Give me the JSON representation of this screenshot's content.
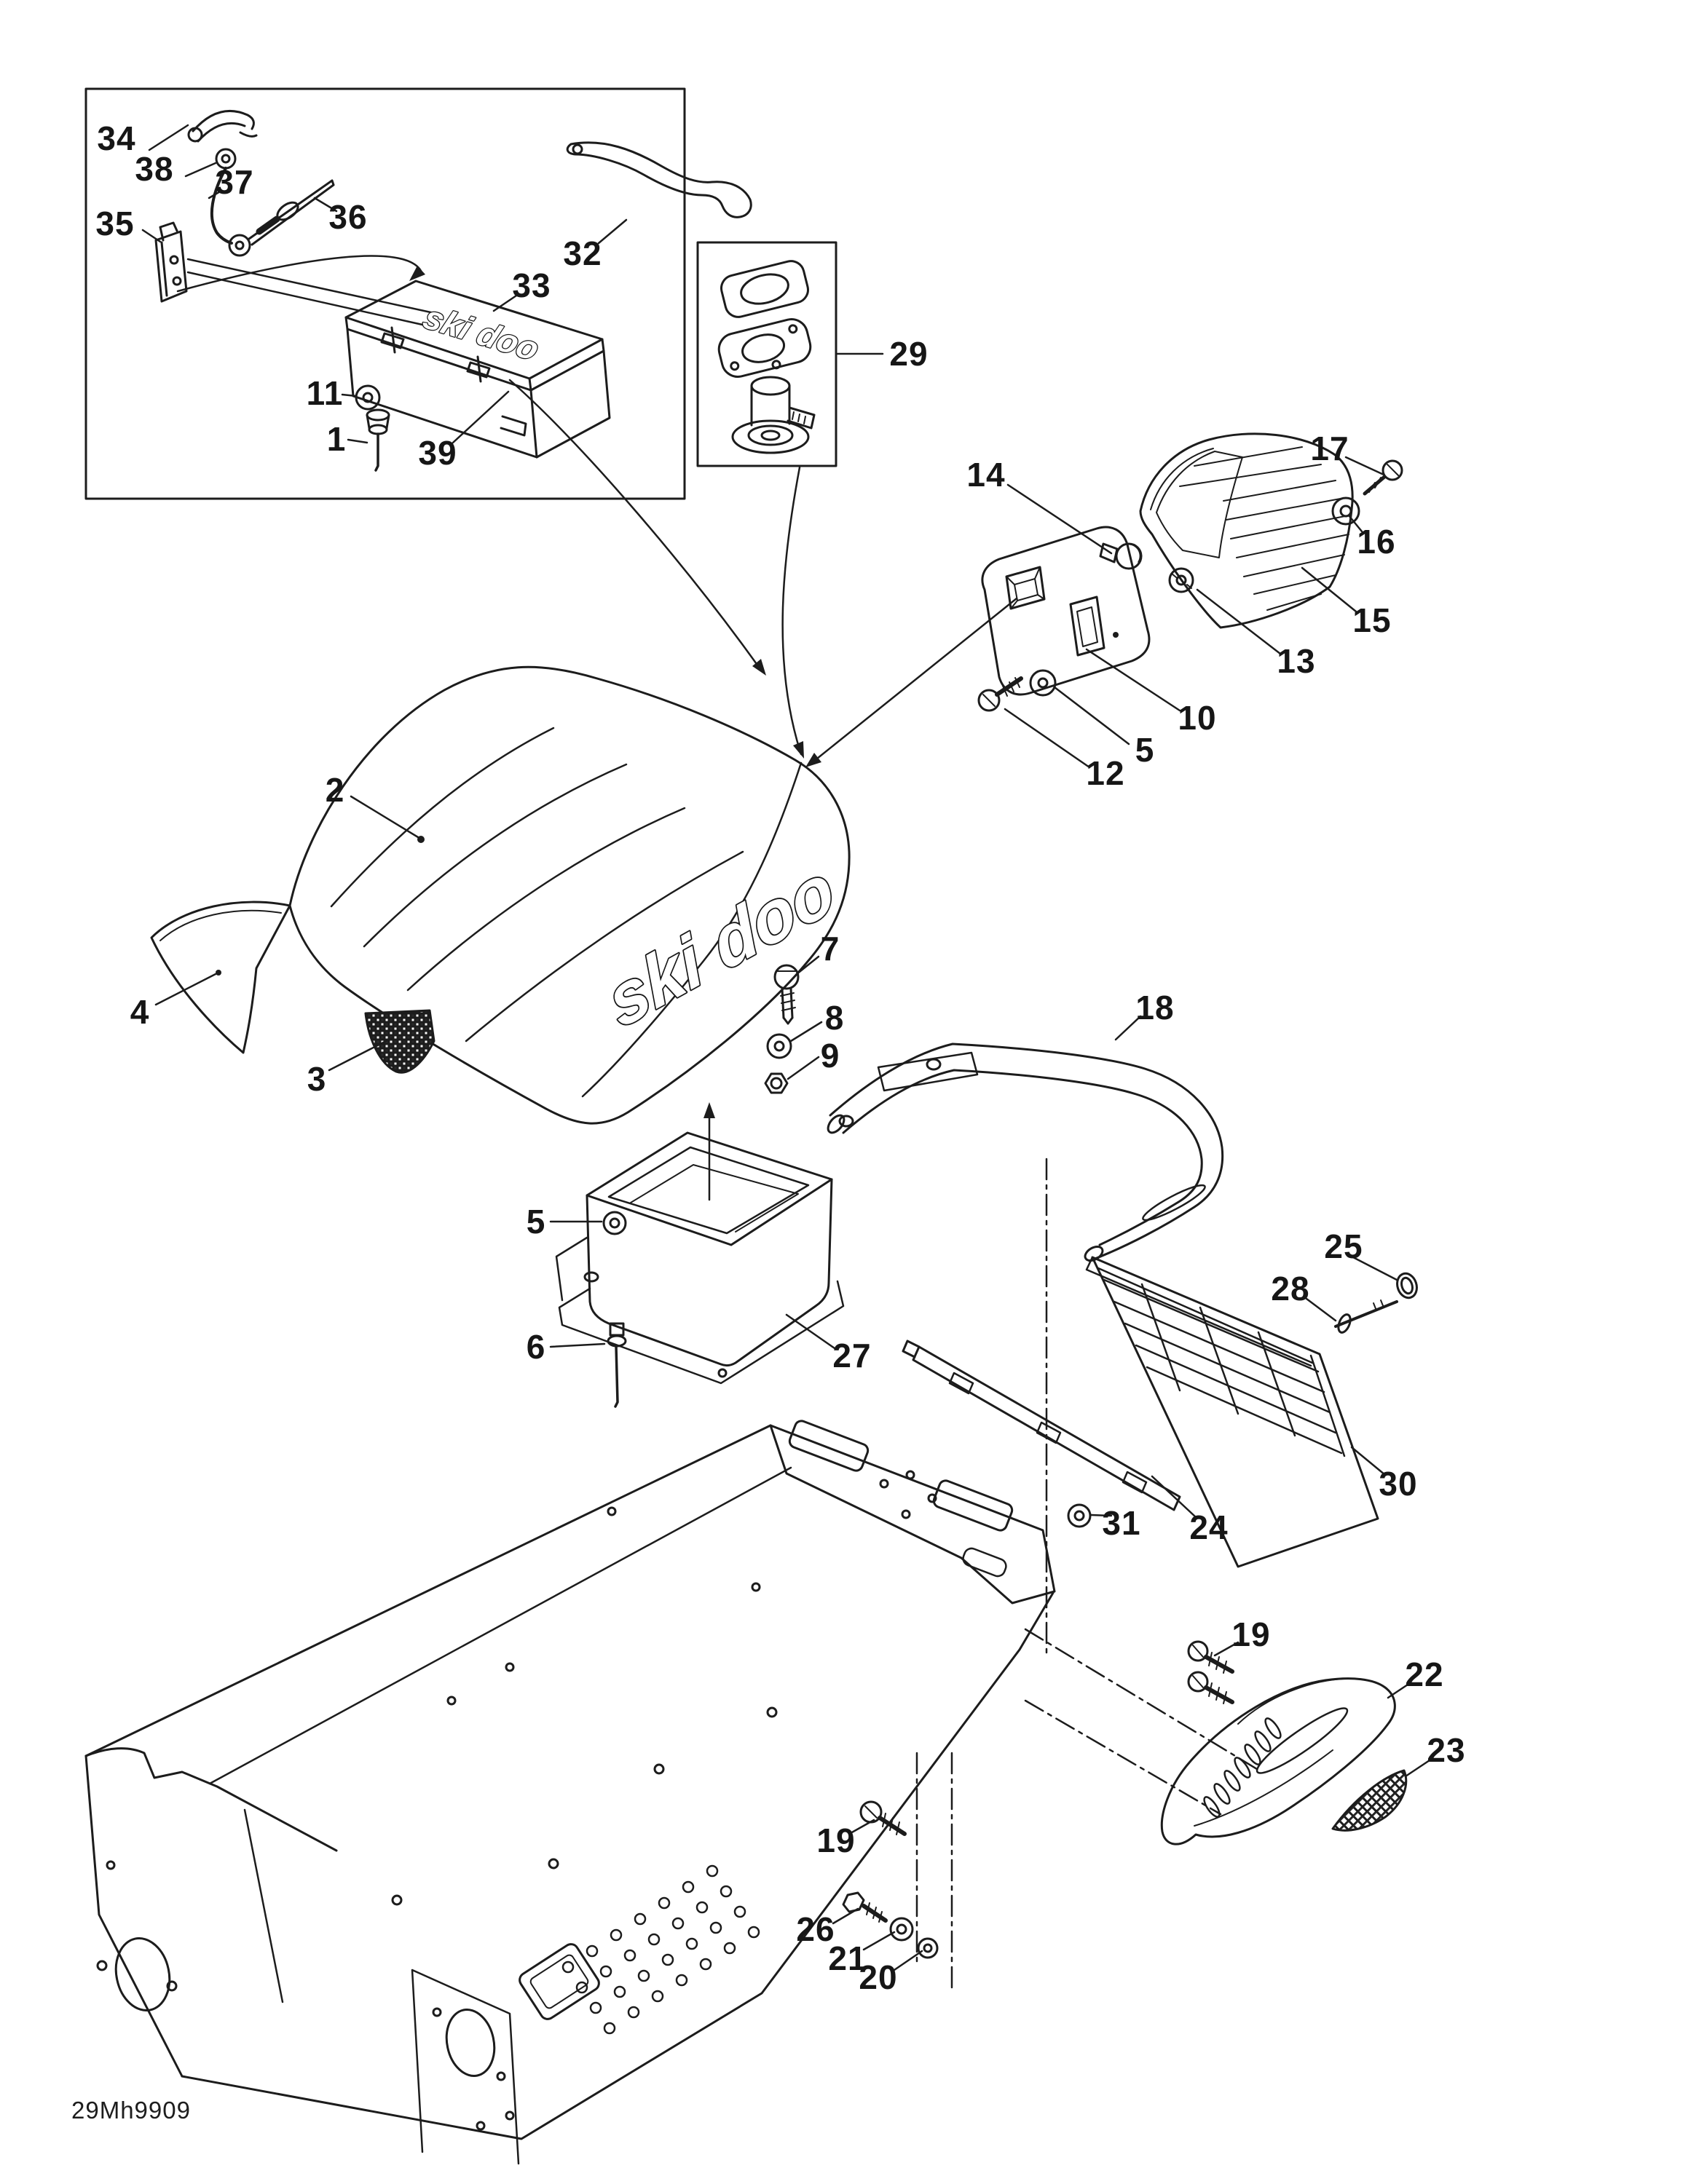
{
  "diagram": {
    "code": "29Mh9909",
    "brand_logo": "ski doo",
    "line_color": "#1c1c1c",
    "background_color": "#ffffff"
  },
  "callouts": {
    "c1": "1",
    "c2": "2",
    "c3": "3",
    "c4": "4",
    "c5a": "5",
    "c5b": "5",
    "c6": "6",
    "c7": "7",
    "c8": "8",
    "c9": "9",
    "c10": "10",
    "c11": "11",
    "c12": "12",
    "c13": "13",
    "c14": "14",
    "c15": "15",
    "c16": "16",
    "c17": "17",
    "c18": "18",
    "c19a": "19",
    "c19b": "19",
    "c20": "20",
    "c21": "21",
    "c22": "22",
    "c23": "23",
    "c24": "24",
    "c25": "25",
    "c26": "26",
    "c27": "27",
    "c28": "28",
    "c29": "29",
    "c30": "30",
    "c31": "31",
    "c32": "32",
    "c33": "33",
    "c34": "34",
    "c35": "35",
    "c36": "36",
    "c37": "37",
    "c38": "38",
    "c39": "39"
  }
}
